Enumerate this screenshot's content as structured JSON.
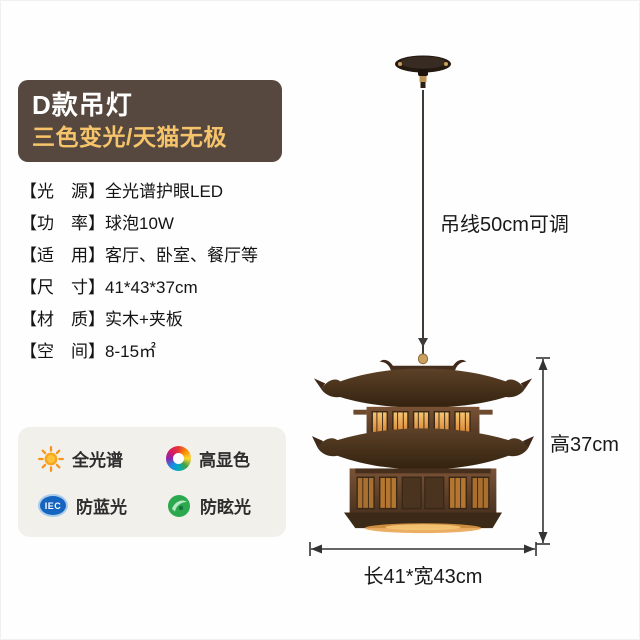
{
  "badge": {
    "title": "D款吊灯",
    "subtitle": "三色变光/天猫无极"
  },
  "specs": [
    {
      "label": "【光　源】",
      "value": "全光谱护眼LED"
    },
    {
      "label": "【功　率】",
      "value": "球泡10W"
    },
    {
      "label": "【适　用】",
      "value": "客厅、卧室、餐厅等"
    },
    {
      "label": "【尺　寸】",
      "value": "41*43*37cm"
    },
    {
      "label": "【材　质】",
      "value": "实木+夹板"
    },
    {
      "label": "【空　间】",
      "value": "8-15㎡"
    }
  ],
  "features": [
    {
      "icon": "sun-icon",
      "label": "全光谱"
    },
    {
      "icon": "color-wheel-icon",
      "label": "高显色"
    },
    {
      "icon": "iec-badge-icon",
      "badge_text": "IEC",
      "label": "防蓝光"
    },
    {
      "icon": "anti-glare-icon",
      "label": "防眩光"
    }
  ],
  "annotations": {
    "wire": "吊线50cm可调",
    "height": "高37cm",
    "footprint": "长41*宽43cm"
  },
  "colors": {
    "badge_bg": "#57483F",
    "badge_title": "#FFFFFF",
    "badge_subtitle": "#F6C46A",
    "feature_box_bg": "#F1F0EA",
    "wood_dark": "#3C2A19",
    "wood_mid": "#6B4A2E",
    "lamp_glow": "#E8973F",
    "dimension_line": "#333333"
  }
}
